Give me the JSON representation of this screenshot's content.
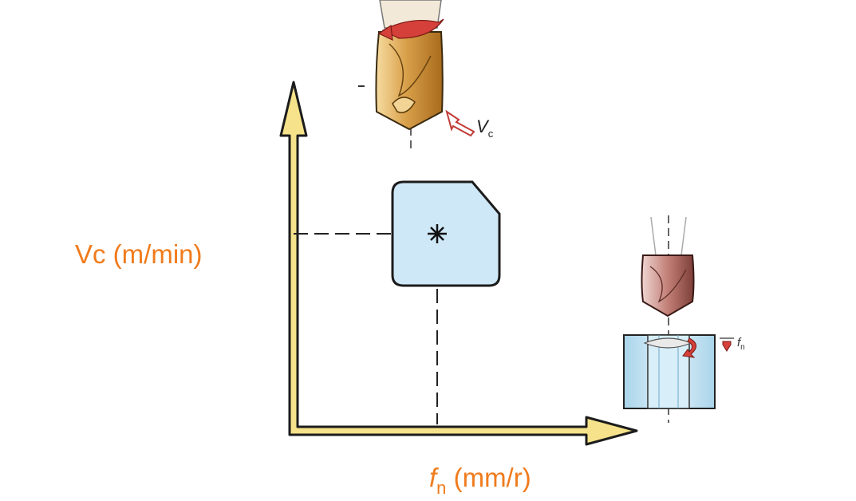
{
  "axes": {
    "y_label": "Vc (m/min)",
    "x_label_symbol": "f",
    "x_label_subscript": "n",
    "x_label_unit": " (mm/r)"
  },
  "annotations": {
    "vc_symbol": "V",
    "vc_subscript": "c",
    "fn_symbol": "f",
    "fn_subscript": "n"
  },
  "colors": {
    "label": "#f07b1c",
    "axis_fill": "#f5e28a",
    "axis_stroke": "#1c1c1c",
    "insert_fill": "#cfe8f7",
    "drill_gold": "#d9a04a",
    "drill_red": "#b86a62",
    "block_fill": "#c9e5f3",
    "arrow_red": "#d6403a"
  },
  "icons": {
    "top_illustration": "rotating-drill-icon",
    "center_illustration": "cutting-insert-icon",
    "right_illustration": "drilling-feed-icon"
  }
}
